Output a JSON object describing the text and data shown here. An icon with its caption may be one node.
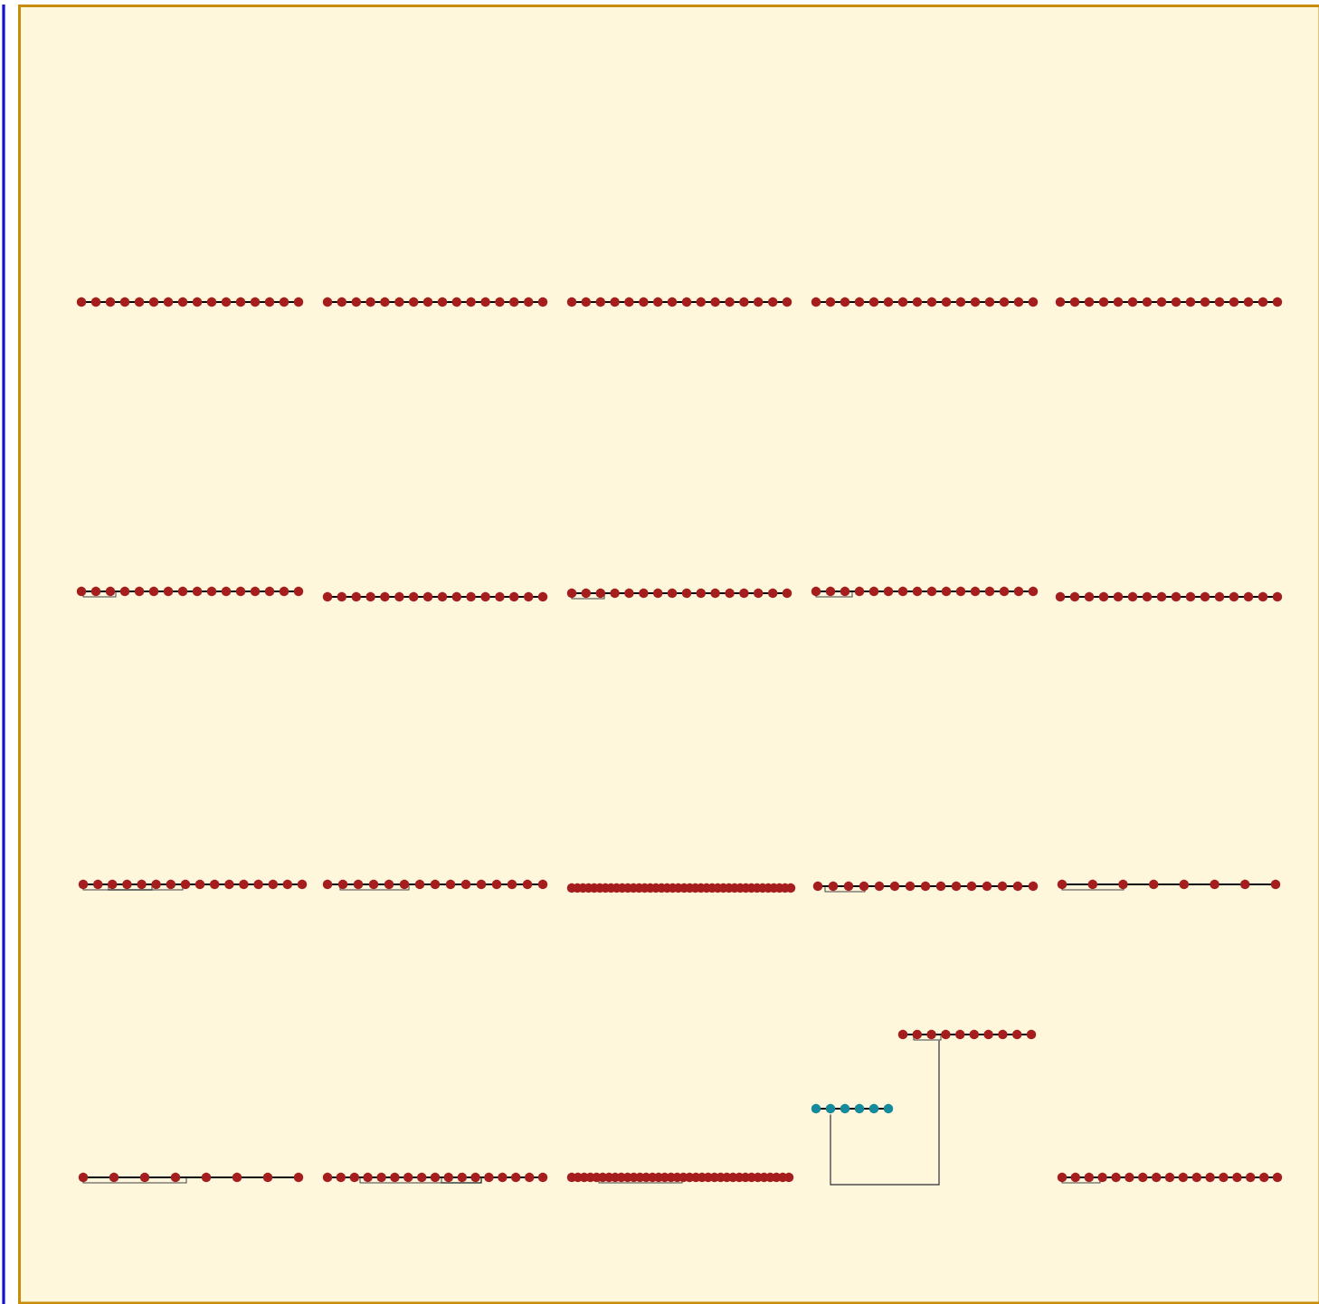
{
  "diagram": {
    "nodes": [
      {
        "text": [],
        "shape": "chain"
      },
      {
        "text": [],
        "shape": "chain"
      },
      {
        "text": [],
        "shape": "chain"
      },
      {
        "text": [],
        "shape": "chain"
      },
      {
        "text": [],
        "shape": "chain"
      },
      {
        "text": [],
        "shape": "chain"
      },
      {
        "text": [],
        "shape": "chain"
      },
      {
        "text": [],
        "shape": "chain"
      },
      {
        "text": [],
        "shape": "chain"
      },
      {
        "text": [],
        "shape": "chain"
      },
      {
        "text": [],
        "shape": "chain"
      },
      {
        "text": [],
        "shape": "chain"
      },
      {
        "text": [],
        "shape": "chain"
      },
      {
        "text": [],
        "shape": "chain"
      },
      {
        "text": [],
        "shape": "chain"
      },
      {
        "text": [],
        "shape": "chain"
      },
      {
        "text": [],
        "shape": "chain"
      },
      {
        "text": [],
        "shape": "chain"
      },
      {
        "text": [],
        "shape": "chain"
      },
      {
        "text": [],
        "shape": "chain"
      },
      {
        "text": [],
        "shape": "chain"
      }
    ],
    "edges": [
      {
        "from": 18,
        "to": 19,
        "arrow": "none"
      }
    ]
  }
}
